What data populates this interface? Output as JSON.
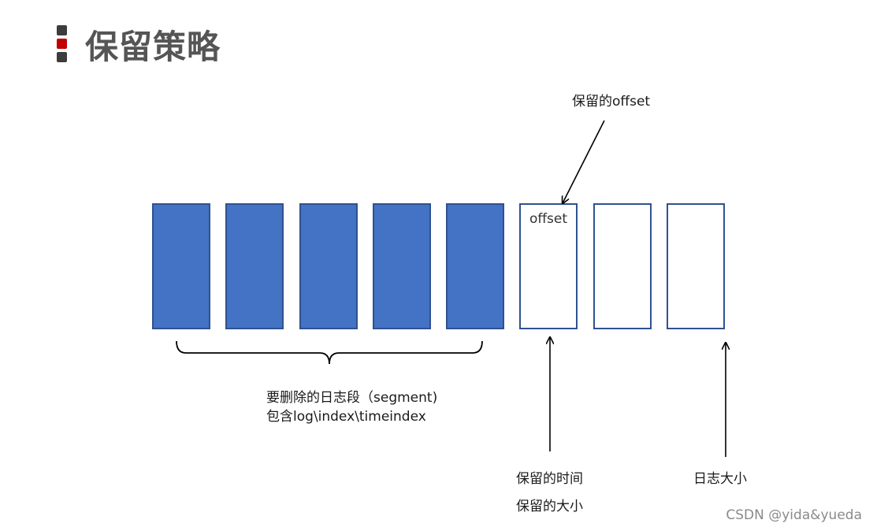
{
  "title": "保留策略",
  "segments": [
    {
      "state": "delete",
      "label": ""
    },
    {
      "state": "delete",
      "label": ""
    },
    {
      "state": "delete",
      "label": ""
    },
    {
      "state": "delete",
      "label": ""
    },
    {
      "state": "delete",
      "label": ""
    },
    {
      "state": "retain",
      "label": "offset"
    },
    {
      "state": "retain",
      "label": ""
    },
    {
      "state": "retain",
      "label": ""
    }
  ],
  "annotations": {
    "offset_pointer": "保留的offset",
    "delete_line1": "要删除的日志段（segment)",
    "delete_line2": "包含log\\index\\timeindex",
    "time_line1": "保留的时间",
    "time_line2": "保留的大小",
    "size": "日志大小"
  },
  "watermark": "CSDN @yida&yueda",
  "colors": {
    "filled": "#4472c4",
    "border": "#2f528f",
    "accent": "#c00000"
  }
}
